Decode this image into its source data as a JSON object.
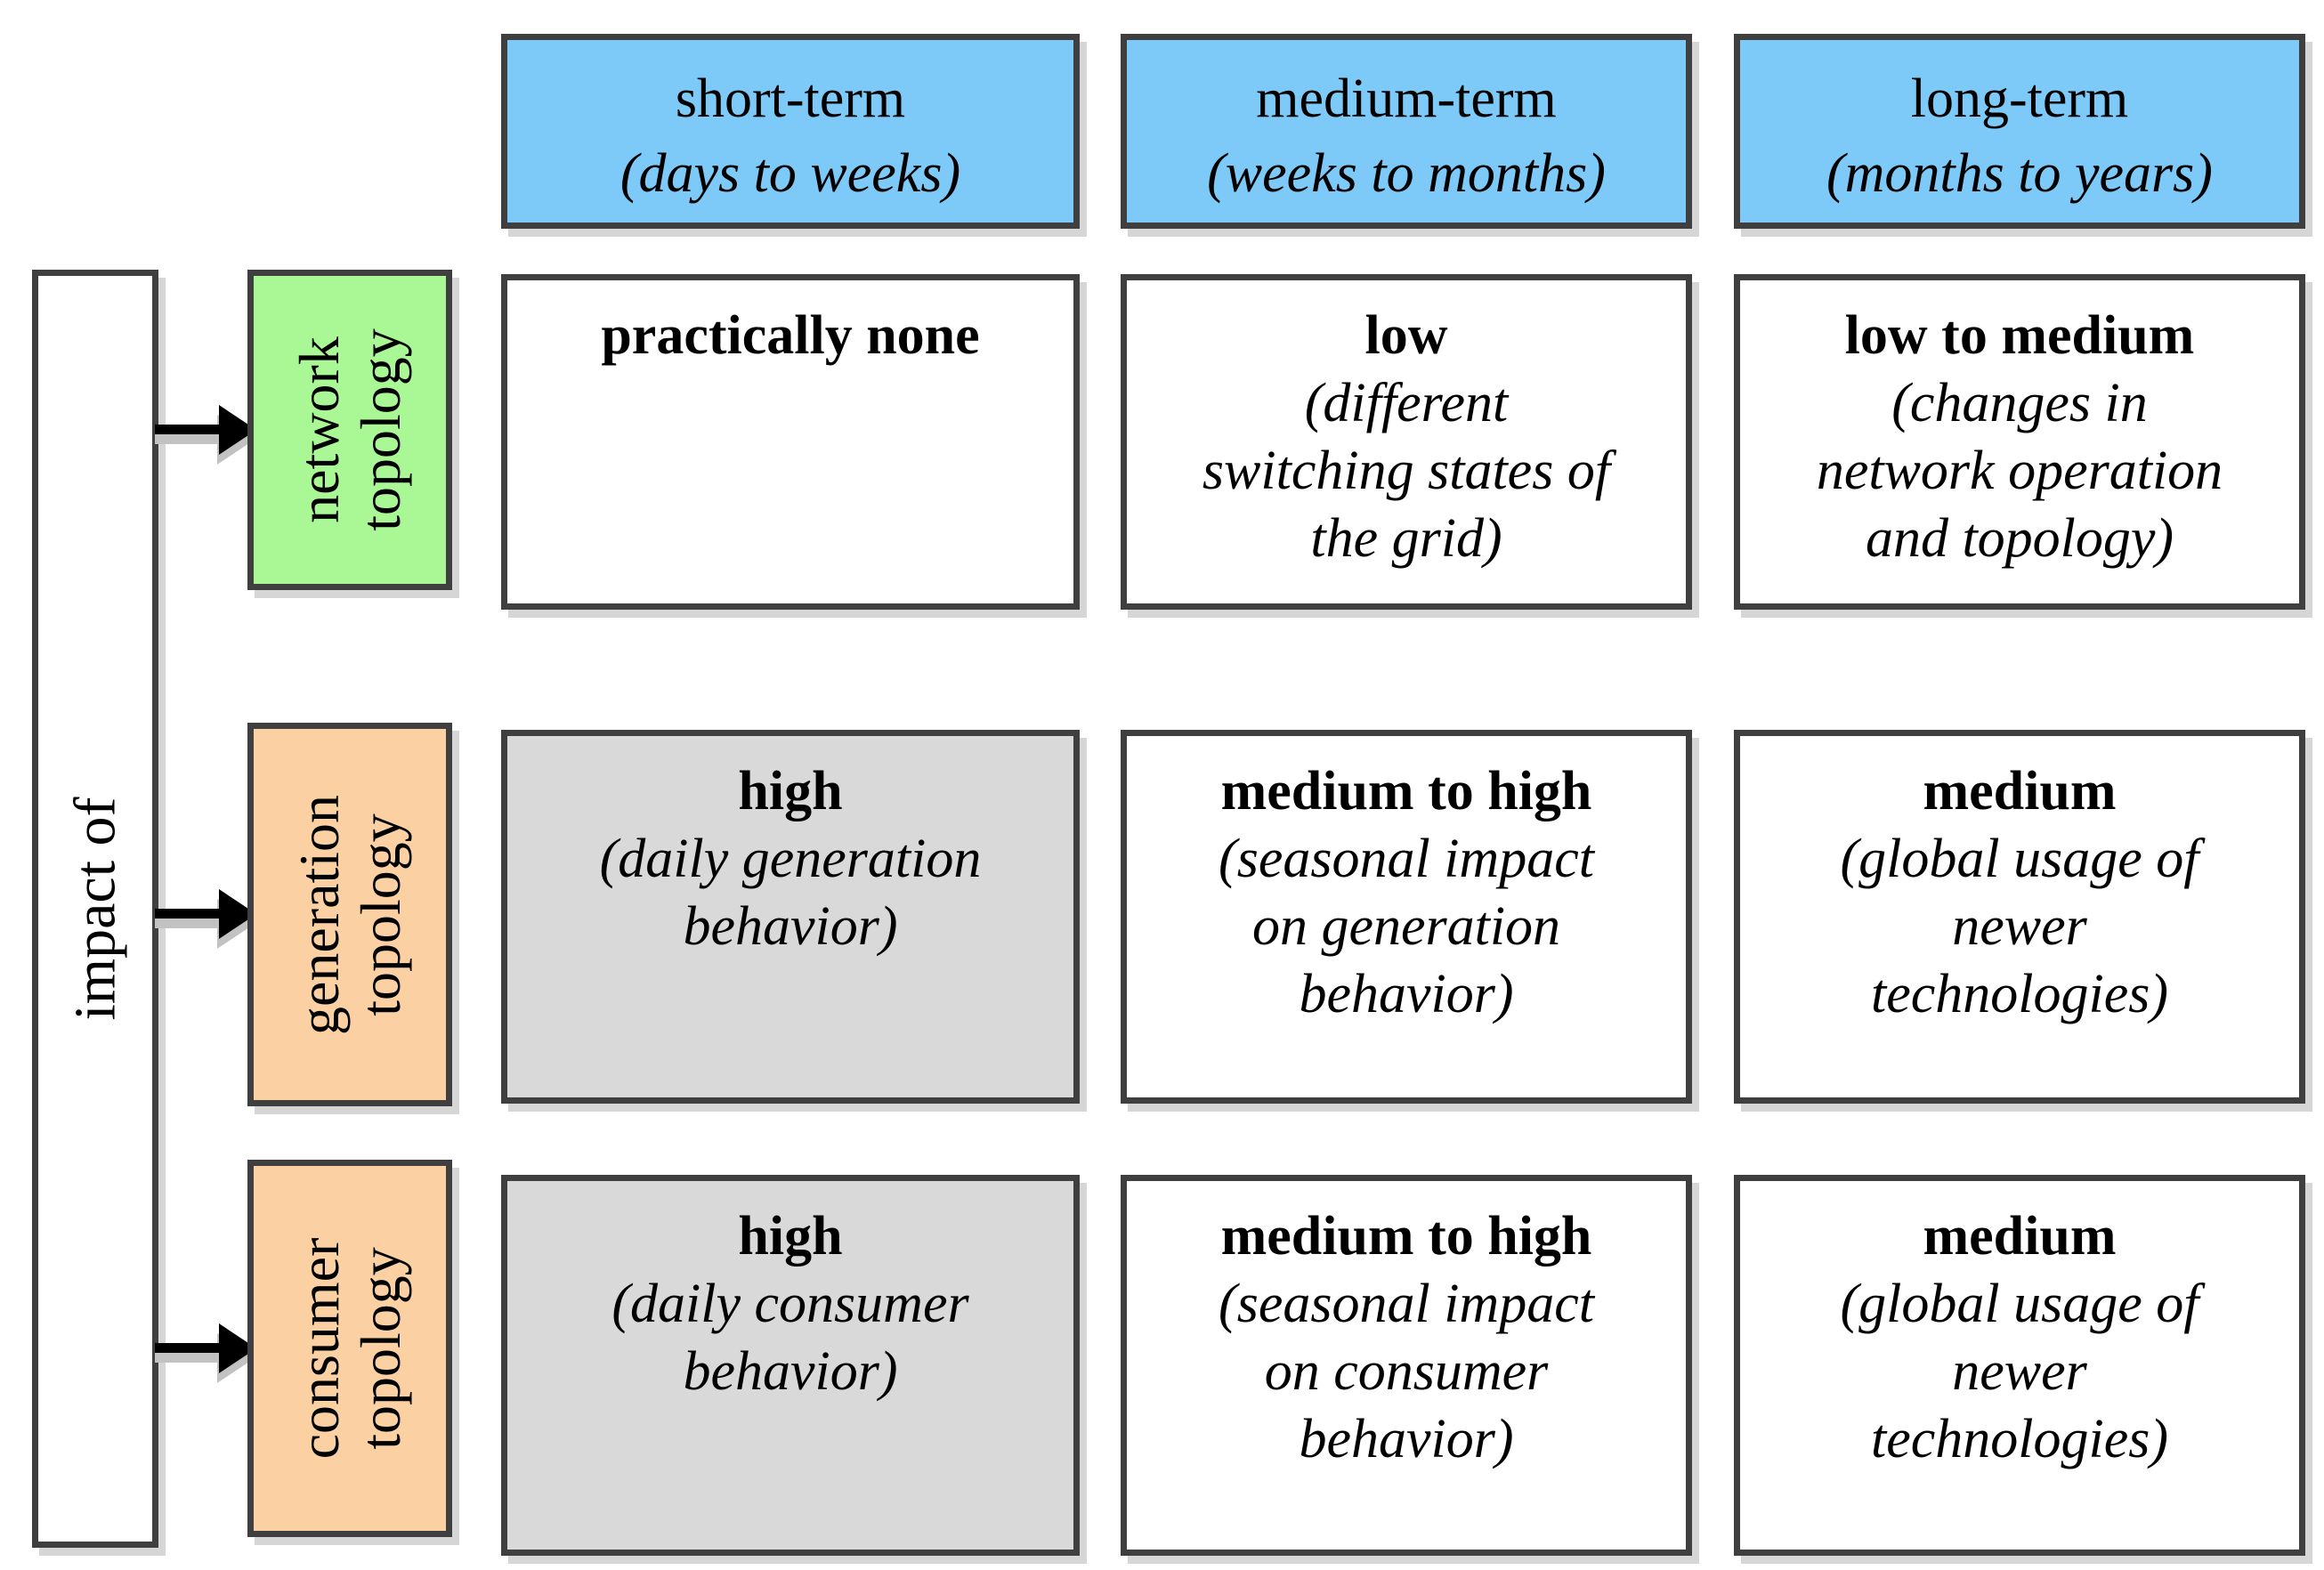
{
  "figure": {
    "side_label": "impact of",
    "columns": [
      {
        "title": "short-term",
        "subtitle": "(days to weeks)"
      },
      {
        "title": "medium-term",
        "subtitle": "(weeks to months)"
      },
      {
        "title": "long-term",
        "subtitle": "(months to years)"
      }
    ],
    "rows": [
      {
        "label": "network\ntopology",
        "cells": [
          {
            "level": "practically none",
            "note": ""
          },
          {
            "level": "low",
            "note": "(different\nswitching states of\nthe grid)"
          },
          {
            "level": "low to medium",
            "note": "(changes in\nnetwork operation\nand topology)"
          }
        ]
      },
      {
        "label": "generation\ntopology",
        "cells": [
          {
            "level": "high",
            "note": "(daily generation\nbehavior)"
          },
          {
            "level": "medium to high",
            "note": "(seasonal impact\non generation\nbehavior)"
          },
          {
            "level": "medium",
            "note": "(global usage of\nnewer\ntechnologies)"
          }
        ]
      },
      {
        "label": "consumer\ntopology",
        "cells": [
          {
            "level": "high",
            "note": "(daily consumer\nbehavior)"
          },
          {
            "level": "medium to high",
            "note": "(seasonal impact\non consumer\nbehavior)"
          },
          {
            "level": "medium",
            "note": "(global usage of\nnewer\ntechnologies)"
          }
        ]
      }
    ],
    "colors": {
      "header_bg": "#7DCAF8",
      "row1_label_bg": "#A9F795",
      "row23_label_bg": "#FBD0A2",
      "shaded_cell_bg": "#D9D9D9",
      "border": "#3F3F3F"
    }
  }
}
